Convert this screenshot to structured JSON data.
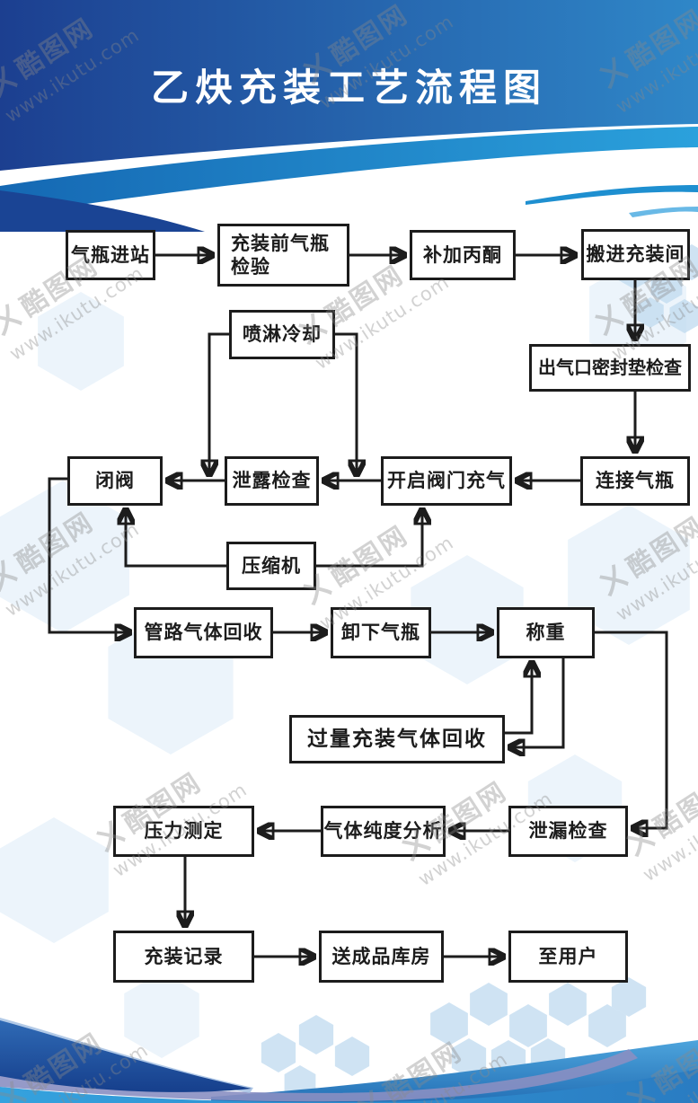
{
  "title": "乙炔充装工艺流程图",
  "watermark": {
    "mark": "ㄨ",
    "brand": "酷图网",
    "url": "www.ikutu.com"
  },
  "flowchart": {
    "nodes": {
      "cylinder_arrival": {
        "label": "气瓶进站"
      },
      "pre_fill_inspection": {
        "label": "充装前气瓶\n检验"
      },
      "add_acetone": {
        "label": "补加丙酮"
      },
      "move_to_filling_room": {
        "label": "搬进充装间"
      },
      "spray_cooling": {
        "label": "喷淋冷却"
      },
      "outlet_gasket_check": {
        "label": "出气口密封垫检查"
      },
      "connect_cylinder": {
        "label": "连接气瓶"
      },
      "open_valve_fill": {
        "label": "开启阀门充气"
      },
      "leak_check_1": {
        "label": "泄露检查"
      },
      "close_valve": {
        "label": "闭阀"
      },
      "compressor": {
        "label": "压缩机"
      },
      "pipeline_gas_recovery": {
        "label": "管路气体回收"
      },
      "remove_cylinder": {
        "label": "卸下气瓶"
      },
      "weighing": {
        "label": "称重"
      },
      "overfill_gas_recovery": {
        "label": "过量充装气体回收"
      },
      "leak_check_2": {
        "label": "泄漏检查"
      },
      "gas_purity_analysis": {
        "label": "气体纯度分析"
      },
      "pressure_measurement": {
        "label": "压力测定"
      },
      "filling_record": {
        "label": "充装记录"
      },
      "send_to_warehouse": {
        "label": "送成品库房"
      },
      "to_customer": {
        "label": "至用户"
      }
    },
    "edges": [
      {
        "from": "cylinder_arrival",
        "to": "pre_fill_inspection"
      },
      {
        "from": "pre_fill_inspection",
        "to": "add_acetone"
      },
      {
        "from": "add_acetone",
        "to": "move_to_filling_room"
      },
      {
        "from": "move_to_filling_room",
        "to": "outlet_gasket_check"
      },
      {
        "from": "outlet_gasket_check",
        "to": "connect_cylinder"
      },
      {
        "from": "connect_cylinder",
        "to": "open_valve_fill"
      },
      {
        "from": "open_valve_fill",
        "to": "leak_check_1"
      },
      {
        "from": "leak_check_1",
        "to": "close_valve"
      },
      {
        "from": "spray_cooling",
        "to": "leak_check_1"
      },
      {
        "from": "spray_cooling",
        "to": "open_valve_fill"
      },
      {
        "from": "compressor",
        "to": "close_valve"
      },
      {
        "from": "compressor",
        "to": "open_valve_fill"
      },
      {
        "from": "close_valve",
        "to": "pipeline_gas_recovery"
      },
      {
        "from": "pipeline_gas_recovery",
        "to": "remove_cylinder"
      },
      {
        "from": "remove_cylinder",
        "to": "weighing"
      },
      {
        "from": "weighing",
        "to": "overfill_gas_recovery"
      },
      {
        "from": "overfill_gas_recovery",
        "to": "weighing"
      },
      {
        "from": "weighing",
        "to": "leak_check_2"
      },
      {
        "from": "leak_check_2",
        "to": "gas_purity_analysis"
      },
      {
        "from": "gas_purity_analysis",
        "to": "pressure_measurement"
      },
      {
        "from": "pressure_measurement",
        "to": "filling_record"
      },
      {
        "from": "filling_record",
        "to": "send_to_warehouse"
      },
      {
        "from": "send_to_warehouse",
        "to": "to_customer"
      }
    ]
  },
  "colors": {
    "header_navy": "#1c3f90",
    "header_blue": "#2f87c8",
    "ribbon_blue": "#1e8fd0",
    "footer_navy": "#163f8c",
    "footer_blue": "#2470b6",
    "footer_purple": "#8a8fc2",
    "footer_cyan": "#35a2de",
    "hexagon_tint": "#dcecf8",
    "box_border": "#1c1c1c",
    "watermark_grey": "#8a8a8a"
  }
}
